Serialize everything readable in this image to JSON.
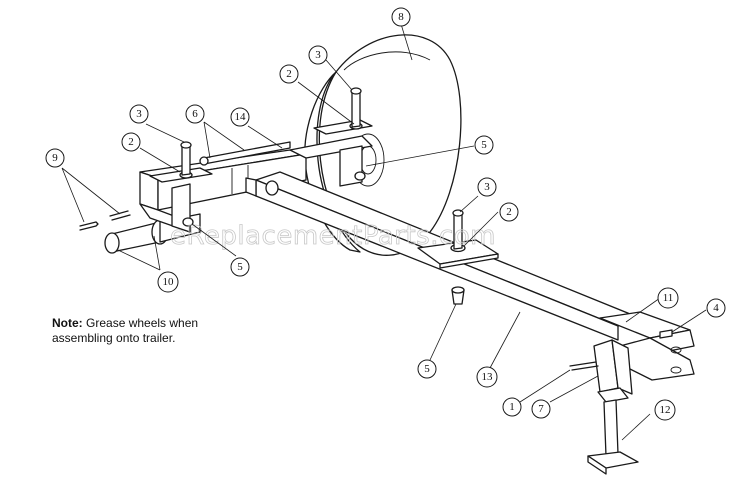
{
  "note": {
    "label": "Note:",
    "line1": "Grease wheels when",
    "line2": "assembling onto trailer."
  },
  "watermark": "eReplacementParts.com",
  "callouts": [
    "1",
    "2",
    "2",
    "2",
    "3",
    "3",
    "3",
    "4",
    "5",
    "5",
    "5",
    "6",
    "7",
    "8",
    "9",
    "10",
    "11",
    "12",
    "13",
    "14"
  ]
}
